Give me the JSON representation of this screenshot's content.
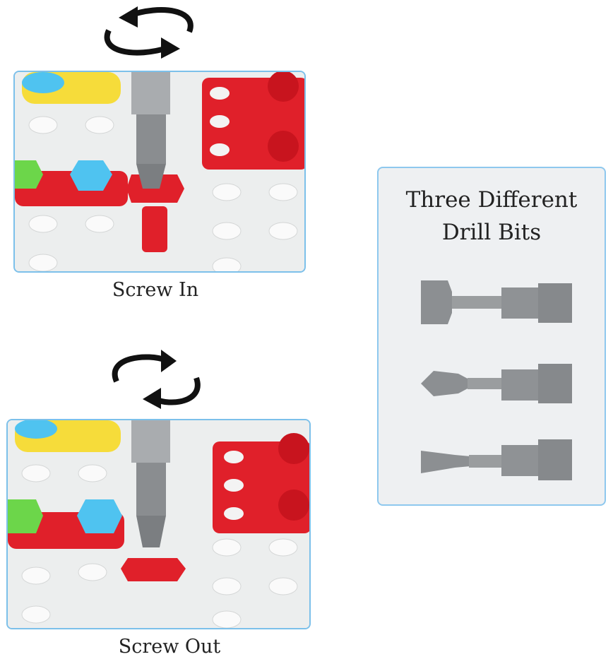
{
  "screw_in": {
    "label": "Screw In",
    "rotation_icon": "rotate-clockwise-icon"
  },
  "screw_out": {
    "label": "Screw Out",
    "rotation_icon": "rotate-counterclockwise-icon"
  },
  "drill_bits": {
    "title_line1": "Three Different",
    "title_line2": "Drill Bits",
    "bits": [
      "hex-bit",
      "phillips-bit",
      "flat-bit"
    ]
  },
  "colors": {
    "panel_border": "#7cc0ea",
    "red": "#e0202a",
    "gray": "#8a8d90",
    "blue": "#4fc3f0",
    "green": "#6cd64a",
    "yellow": "#f6dc3a"
  }
}
